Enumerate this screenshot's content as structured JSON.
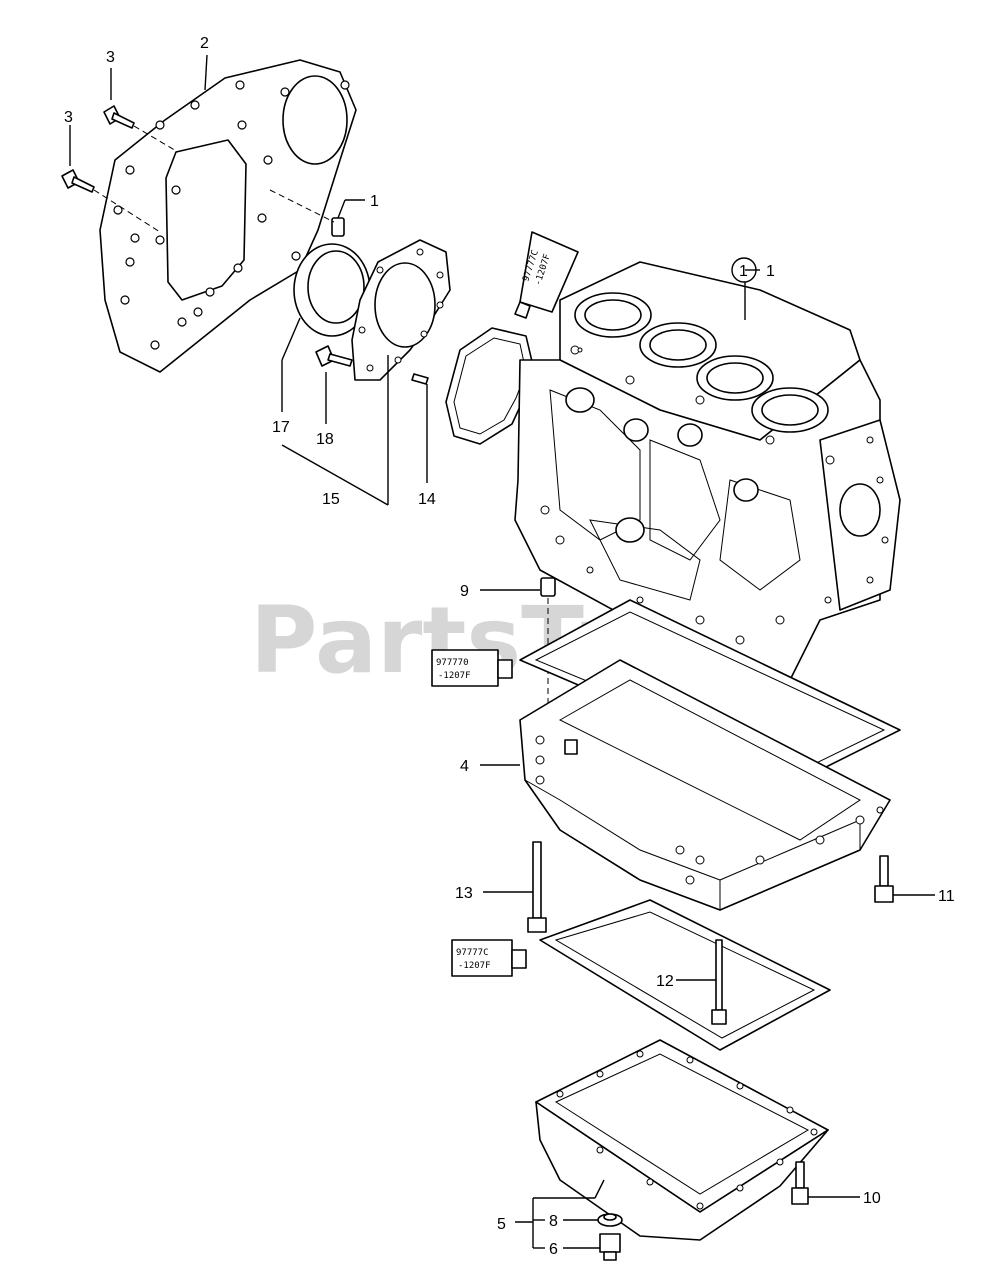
{
  "watermark": "PartsTree",
  "callouts": {
    "c1": "1",
    "c1_sub": "1",
    "c2": "2",
    "c3a": "3",
    "c3b": "3",
    "c4": "4",
    "c5": "5",
    "c6": "6",
    "c8": "8",
    "c9": "9",
    "c10": "10",
    "c11": "11",
    "c12": "12",
    "c13": "13",
    "c14": "14",
    "c15": "15",
    "c17": "17",
    "c18": "18",
    "block_circle": "1",
    "block_dash": "1"
  },
  "sealant_tubes": {
    "top_line1": "97777C",
    "top_line2": "-1207F",
    "mid_line1": "977770",
    "mid_line2": "-1207F",
    "low_line1": "97777C",
    "low_line2": "-1207F"
  }
}
